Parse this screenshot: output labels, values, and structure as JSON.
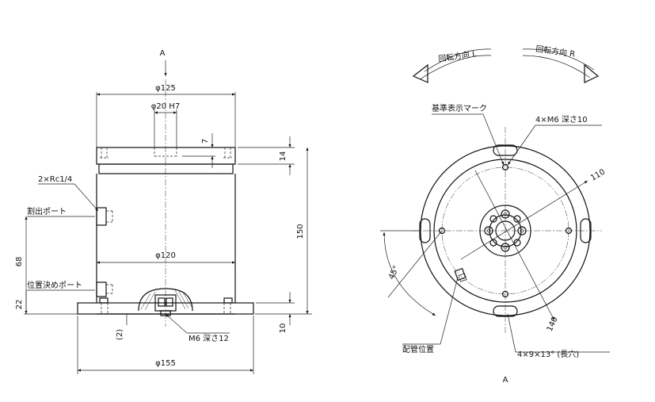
{
  "side_view": {
    "view_marker": "A",
    "dims": {
      "outer_flange_dia": "φ125",
      "shaft_bore": "φ20 H7",
      "top_depth": "7",
      "top_flange_h": "14",
      "total_height": "150",
      "body_dia": "φ120",
      "base_dia": "φ155",
      "base_h": "10",
      "port_height": "68",
      "lower_port_height": "22",
      "small_gap": "(2)"
    },
    "labels": {
      "rc_port": "2×Rc1/4",
      "split_port": "割出ポート",
      "position_port": "位置決めポート",
      "tap_note": "M6 深さ12"
    }
  },
  "front_view": {
    "view_marker": "A",
    "rotation_left": "回転方向 L",
    "rotation_right": "回転方向 R",
    "labels": {
      "ref_mark": "基準表示マーク",
      "tap_holes": "4×M6 深さ10",
      "pcd_inner": "110",
      "pcd_outer": "140",
      "angle": "45°",
      "piping_pos": "配管位置",
      "slots": "4×9×13° (長穴)"
    }
  },
  "colors": {
    "line": "#111111",
    "background": "#ffffff"
  }
}
